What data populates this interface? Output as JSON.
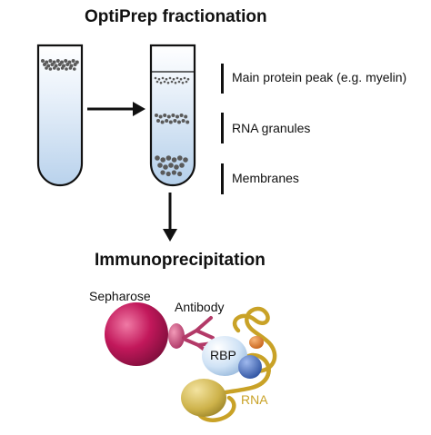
{
  "title": "OptiPrep fractionation",
  "subtitle": "Immunoprecipitation",
  "fractions": [
    "Main protein peak (e.g. myelin)",
    "RNA granules",
    "Membranes"
  ],
  "complex_labels": {
    "sepharose": "Sepharose",
    "antibody": "Antibody",
    "rbp": "RBP",
    "rna": "RNA"
  },
  "colors": {
    "tube_fill": "#cfe0f2",
    "granule": "#5a5a5a",
    "sepharose": "#c2185b",
    "antibody": "#c0406e",
    "rbp": "#c9def3",
    "rna": "#c9a227",
    "protein_gold": "#cdb24a",
    "protein_blue": "#3f67b8",
    "protein_orange": "#e07a2a"
  }
}
